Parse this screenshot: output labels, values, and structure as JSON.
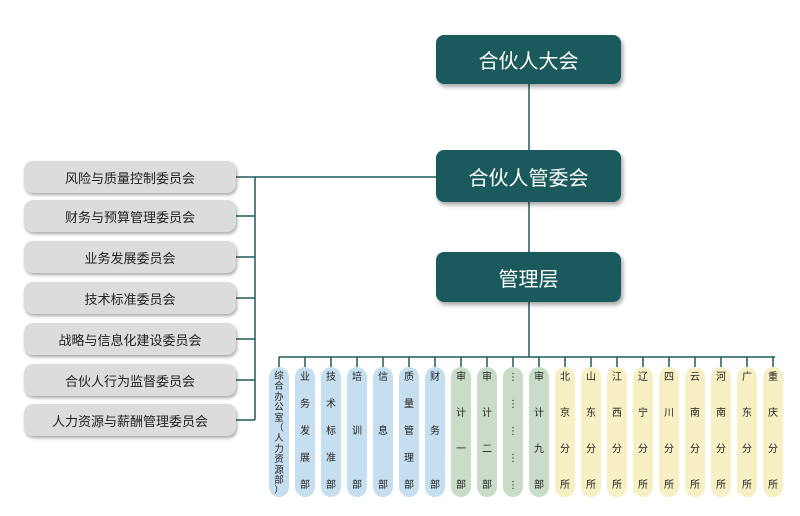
{
  "top": {
    "assembly": "合伙人大会",
    "committee": "合伙人管委会",
    "management": "管理层"
  },
  "committees": [
    "风险与质量控制委员会",
    "财务与预算管理委员会",
    "业务发展委员会",
    "技术标准委员会",
    "战略与信息化建设委员会",
    "合伙人行为监督委员会",
    "人力资源与薪酬管理委员会"
  ],
  "departments": [
    {
      "name": "综合办公室（人力资源部）",
      "color": "blue"
    },
    {
      "name": "业务发展部",
      "color": "blue"
    },
    {
      "name": "技术标准部",
      "color": "blue"
    },
    {
      "name": "培训部",
      "color": "blue"
    },
    {
      "name": "信息部",
      "color": "blue"
    },
    {
      "name": "质量管理部",
      "color": "blue"
    },
    {
      "name": "财务部",
      "color": "blue"
    },
    {
      "name": "审计一部",
      "color": "green"
    },
    {
      "name": "审计二部",
      "color": "green"
    },
    {
      "name": "⋮⋮⋮⋮⋮",
      "color": "green"
    },
    {
      "name": "审计九部",
      "color": "green"
    },
    {
      "name": "北京分所",
      "color": "yellow"
    },
    {
      "name": "山东分所",
      "color": "yellow"
    },
    {
      "name": "江西分所",
      "color": "yellow"
    },
    {
      "name": "辽宁分所",
      "color": "yellow"
    },
    {
      "name": "四川分所",
      "color": "yellow"
    },
    {
      "name": "云南分所",
      "color": "yellow"
    },
    {
      "name": "河南分所",
      "color": "yellow"
    },
    {
      "name": "广东分所",
      "color": "yellow"
    },
    {
      "name": "重庆分所",
      "color": "yellow"
    }
  ],
  "colors": {
    "top_box": "#1a5a5c",
    "committee_box": "#dcdcdc",
    "functional_dept": "#c6dff0",
    "audit_dept": "#c8dcc8",
    "branch_office": "#f6f0c4",
    "connector": "#1f5a5a"
  }
}
